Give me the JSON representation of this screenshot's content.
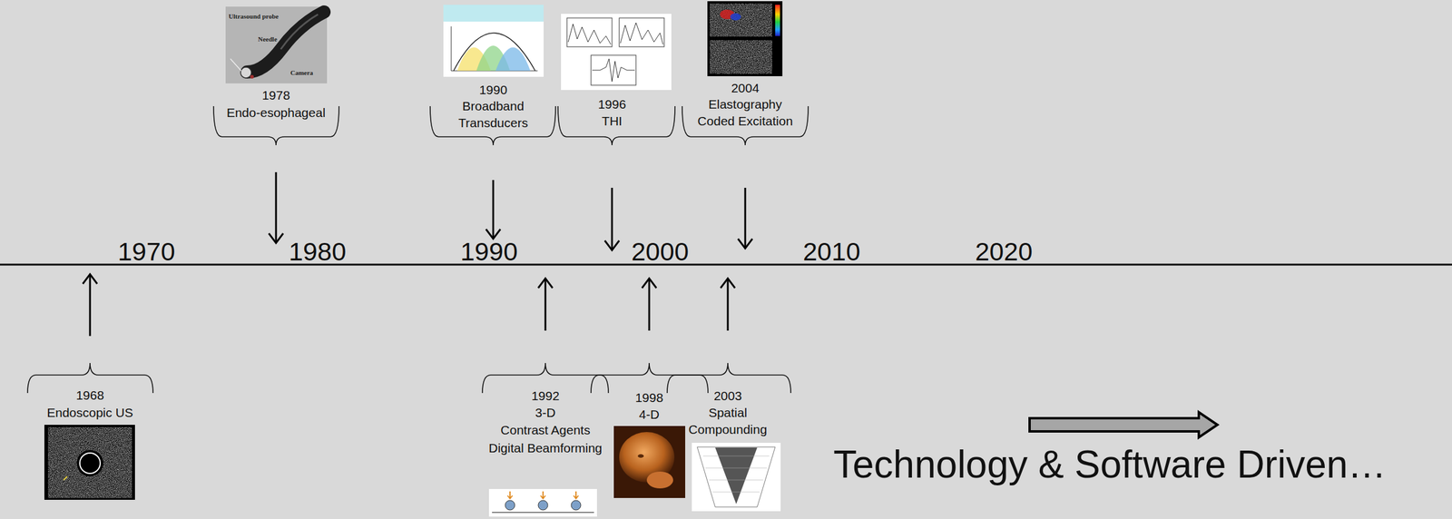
{
  "diagram": {
    "labels": [
      "1970",
      "1980",
      "1990",
      "2000",
      "2010",
      "2020",
      "1978",
      "Endo-esophageal",
      "1990",
      "Broadband Transducers",
      "1996",
      "THI",
      "2004",
      "Elastography",
      "Coded Excitation",
      "1968",
      "Endoscopic US",
      "1992",
      "3-D",
      "Contrast Agents",
      "Digital Beamforming",
      "1998",
      "4-D",
      "2003",
      "Spatial Compounding",
      "Technology & Software Driven…",
      "Ultrasound probe",
      "Needle",
      "Camera"
    ]
  }
}
